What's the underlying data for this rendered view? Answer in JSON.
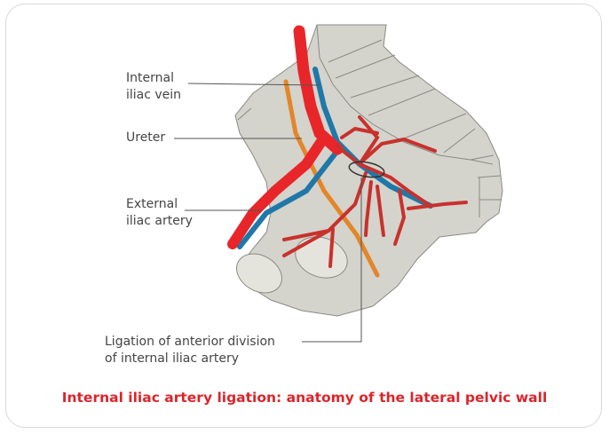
{
  "labels": {
    "internal_iliac_vein": [
      "Internal",
      "iliac vein"
    ],
    "ureter": "Ureter",
    "external_iliac_artery": [
      "External",
      "iliac artery"
    ],
    "ligation": [
      "Ligation of anterior division",
      "of internal iliac artery"
    ]
  },
  "caption": "Internal iliac artery ligation: anatomy of the lateral pelvic wall",
  "colors": {
    "artery": "#e8262a",
    "branch": "#c8312c",
    "vein": "#1f78a8",
    "ureter": "#e3862a",
    "bone": "#d4d3cc",
    "caption": "#d9262b"
  }
}
